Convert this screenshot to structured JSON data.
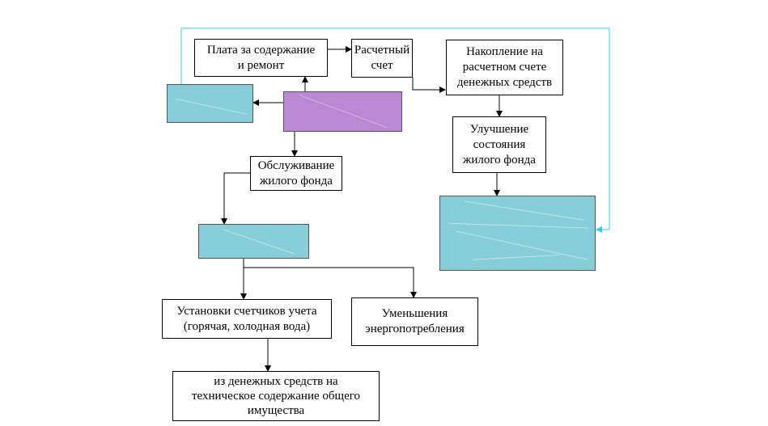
{
  "nodes": {
    "payment": "Плата за содержание\nи ремонт",
    "account": "Расчетный\nсчет",
    "accumulation": "Накопление на\nрасчетном счете\nденежных средств",
    "improvement": "Улучшение\nсостояния\nжилого фонда",
    "service": "Обслуживание\nжилого фонда",
    "meters": "Установки счетчиков учета\n(горячая, холодная вода)",
    "reduction": "Уменьшения\nэнергопотребления",
    "funds": "из денежных средств на\nтехническое содержание общего\nимущества"
  },
  "colors": {
    "teal_fill": "#88ced8",
    "purple_fill": "#bb88d4",
    "feedback_line": "#33ccdd",
    "line": "#000000"
  }
}
